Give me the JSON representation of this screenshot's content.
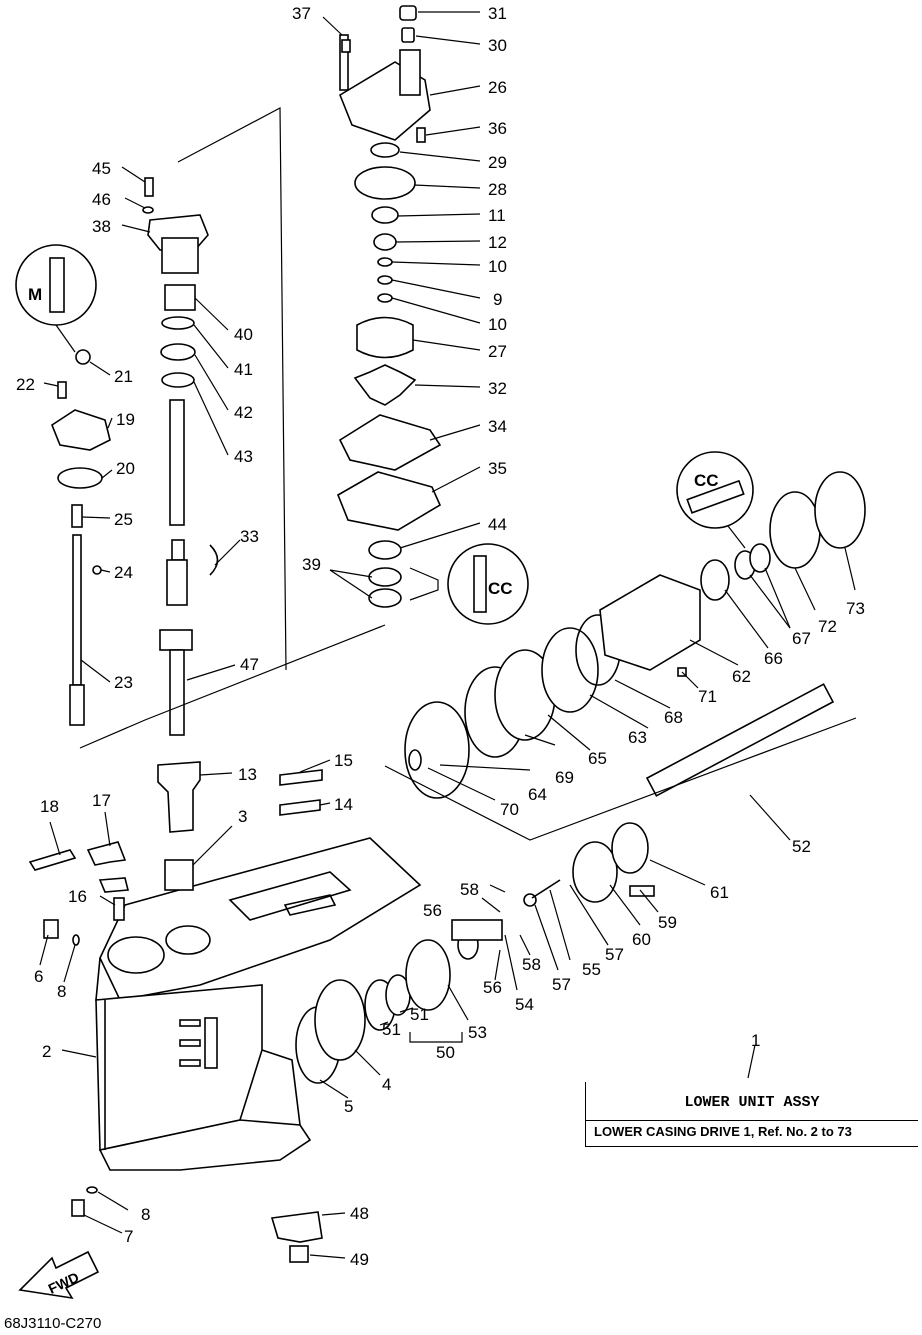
{
  "diagram_code": "68J3110-C270",
  "assembly": {
    "ref_no": "1",
    "title": "LOWER UNIT ASSY",
    "subtitle": "LOWER CASING DRIVE 1,  Ref. No. 2 to 73"
  },
  "fwd_label": "FWD",
  "callouts": {
    "cc_top": "CC",
    "cc_right": "CC",
    "m_mark": "M"
  },
  "labels": [
    "37",
    "31",
    "30",
    "26",
    "36",
    "29",
    "28",
    "11",
    "12",
    "10",
    "9",
    "10",
    "27",
    "32",
    "34",
    "35",
    "44",
    "39",
    "45",
    "46",
    "38",
    "40",
    "41",
    "42",
    "43",
    "21",
    "22",
    "19",
    "20",
    "25",
    "24",
    "23",
    "33",
    "47",
    "13",
    "15",
    "14",
    "3",
    "18",
    "17",
    "16",
    "6",
    "8",
    "2",
    "8",
    "7",
    "48",
    "49",
    "5",
    "4",
    "51",
    "51",
    "50",
    "53",
    "52",
    "58",
    "56",
    "56",
    "58",
    "57",
    "54",
    "55",
    "57",
    "59",
    "60",
    "61",
    "63",
    "65",
    "64",
    "69",
    "70",
    "68",
    "62",
    "71",
    "66",
    "67",
    "72",
    "73"
  ]
}
